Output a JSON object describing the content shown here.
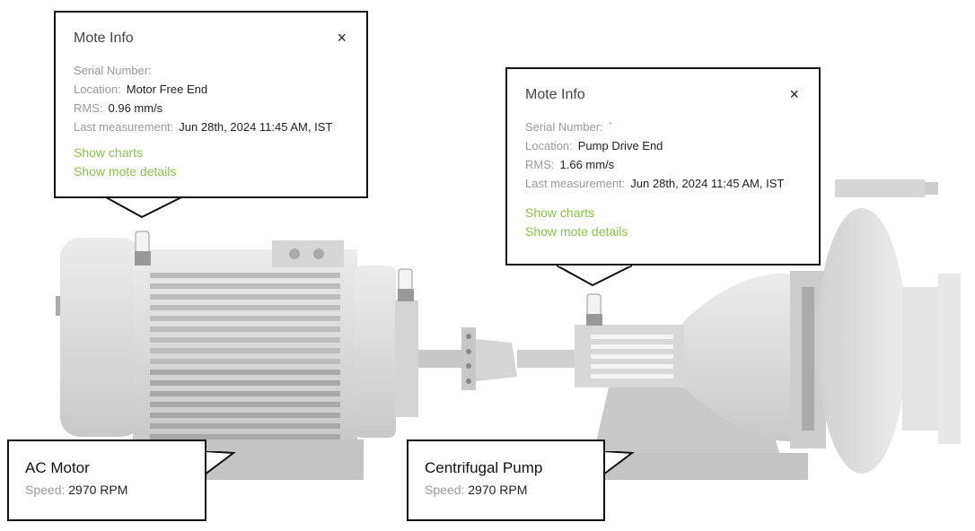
{
  "popovers": [
    {
      "title": "Mote Info",
      "close": "×",
      "serial_label": "Serial Number:",
      "serial_value": "",
      "location_label": "Location:",
      "location_value": "Motor Free End",
      "rms_label": "RMS:",
      "rms_value": "0.96 mm/s",
      "last_label": "Last measurement:",
      "last_value": "Jun 28th, 2024 11:45 AM, IST",
      "show_charts": "Show charts",
      "show_details": "Show mote details"
    },
    {
      "title": "Mote Info",
      "close": "×",
      "serial_label": "Serial Number:",
      "serial_value": "`",
      "location_label": "Location:",
      "location_value": "Pump Drive End",
      "rms_label": "RMS:",
      "rms_value": "1.66 mm/s",
      "last_label": "Last measurement:",
      "last_value": "Jun 28th, 2024 11:45 AM, IST",
      "show_charts": "Show charts",
      "show_details": "Show mote details"
    }
  ],
  "machines": [
    {
      "name": "AC Motor",
      "speed_label": "Speed:",
      "speed_value": "2970 RPM"
    },
    {
      "name": "Centrifugal Pump",
      "speed_label": "Speed:",
      "speed_value": "2970 RPM"
    }
  ],
  "colors": {
    "link": "#8bc34a",
    "machine": "#d9d9d9",
    "machine_dark": "#a8a8a8"
  }
}
